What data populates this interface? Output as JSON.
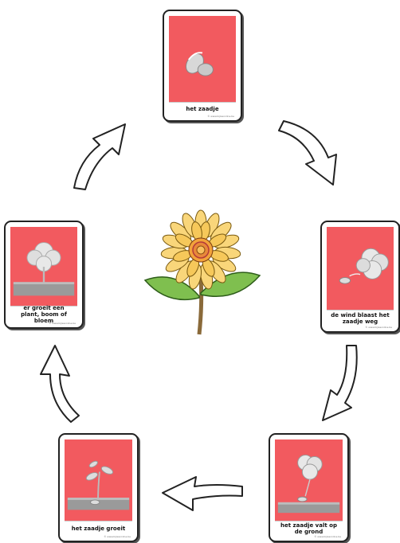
{
  "cards": [
    {
      "id": "seed",
      "caption": "het zaadje",
      "credit": "© www.bijlesonline.be"
    },
    {
      "id": "wind",
      "caption": "de wind blaast het zaadje weg",
      "credit": "© www.bijlesonline.be"
    },
    {
      "id": "fall",
      "caption": "het zaadje valt op de grond",
      "credit": "© www.bijlesonline.be"
    },
    {
      "id": "grow",
      "caption": "het zaadje groeit",
      "credit": "© www.bijlesonline.be"
    },
    {
      "id": "plant",
      "caption": "er groeit een plant, boom of bloem",
      "credit": "© www.bijlesonline.be"
    }
  ],
  "colors": {
    "panel": "#f25a5f",
    "petal": "#f9d67a",
    "leaf": "#7fbf4f",
    "stem": "#8a6a3a"
  }
}
